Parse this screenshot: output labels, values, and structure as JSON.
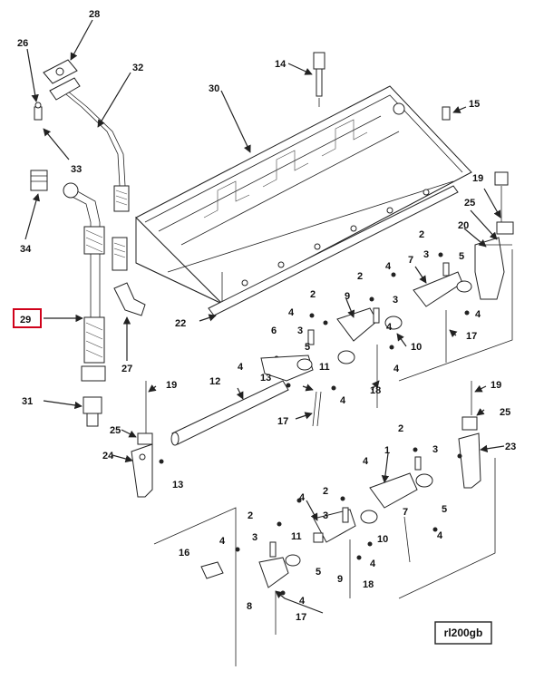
{
  "figure_id": "rl200gb",
  "highlighted_part": "29",
  "colors": {
    "highlight": "#d0021b",
    "line": "#222222",
    "background": "#ffffff"
  },
  "labels": {
    "l28": "28",
    "l26": "26",
    "l32": "32",
    "l14": "14",
    "l30": "30",
    "l15": "15",
    "l33": "33",
    "l34": "34",
    "l19a": "19",
    "l25a": "25",
    "l20": "20",
    "l2a": "2",
    "l3a": "3",
    "l4a": "4",
    "l7": "7",
    "l5a": "5",
    "l4b": "4",
    "l2b": "2",
    "l9a": "9",
    "l3b": "3",
    "l4c": "4",
    "l10a": "10",
    "l17a": "17",
    "l29": "29",
    "l2c": "2",
    "l4d": "4",
    "l3c": "3",
    "l5b": "5",
    "l11a": "11",
    "l4e": "4",
    "l22": "22",
    "l27": "27",
    "l6": "6",
    "l4f": "4",
    "l13a": "13",
    "l4g": "4",
    "l12": "12",
    "l18a": "18",
    "l31": "31",
    "l19b": "19",
    "l17b": "17",
    "l19c": "19",
    "l25b": "25",
    "l25c": "25",
    "l24": "24",
    "l13b": "13",
    "l2d": "2",
    "l23": "23",
    "l1": "1",
    "l4h": "4",
    "l3d": "3",
    "l5c": "5",
    "l4i": "4",
    "l2e": "2",
    "l2f": "2",
    "l11b": "11",
    "l3e": "3",
    "l7b": "7",
    "l4j": "4",
    "l10b": "10",
    "l4k": "4",
    "l4l": "4",
    "l3f": "3",
    "l16": "16",
    "l5d": "5",
    "l8": "8",
    "l9b": "9",
    "l18b": "18",
    "l4m": "4",
    "l17c": "17"
  }
}
